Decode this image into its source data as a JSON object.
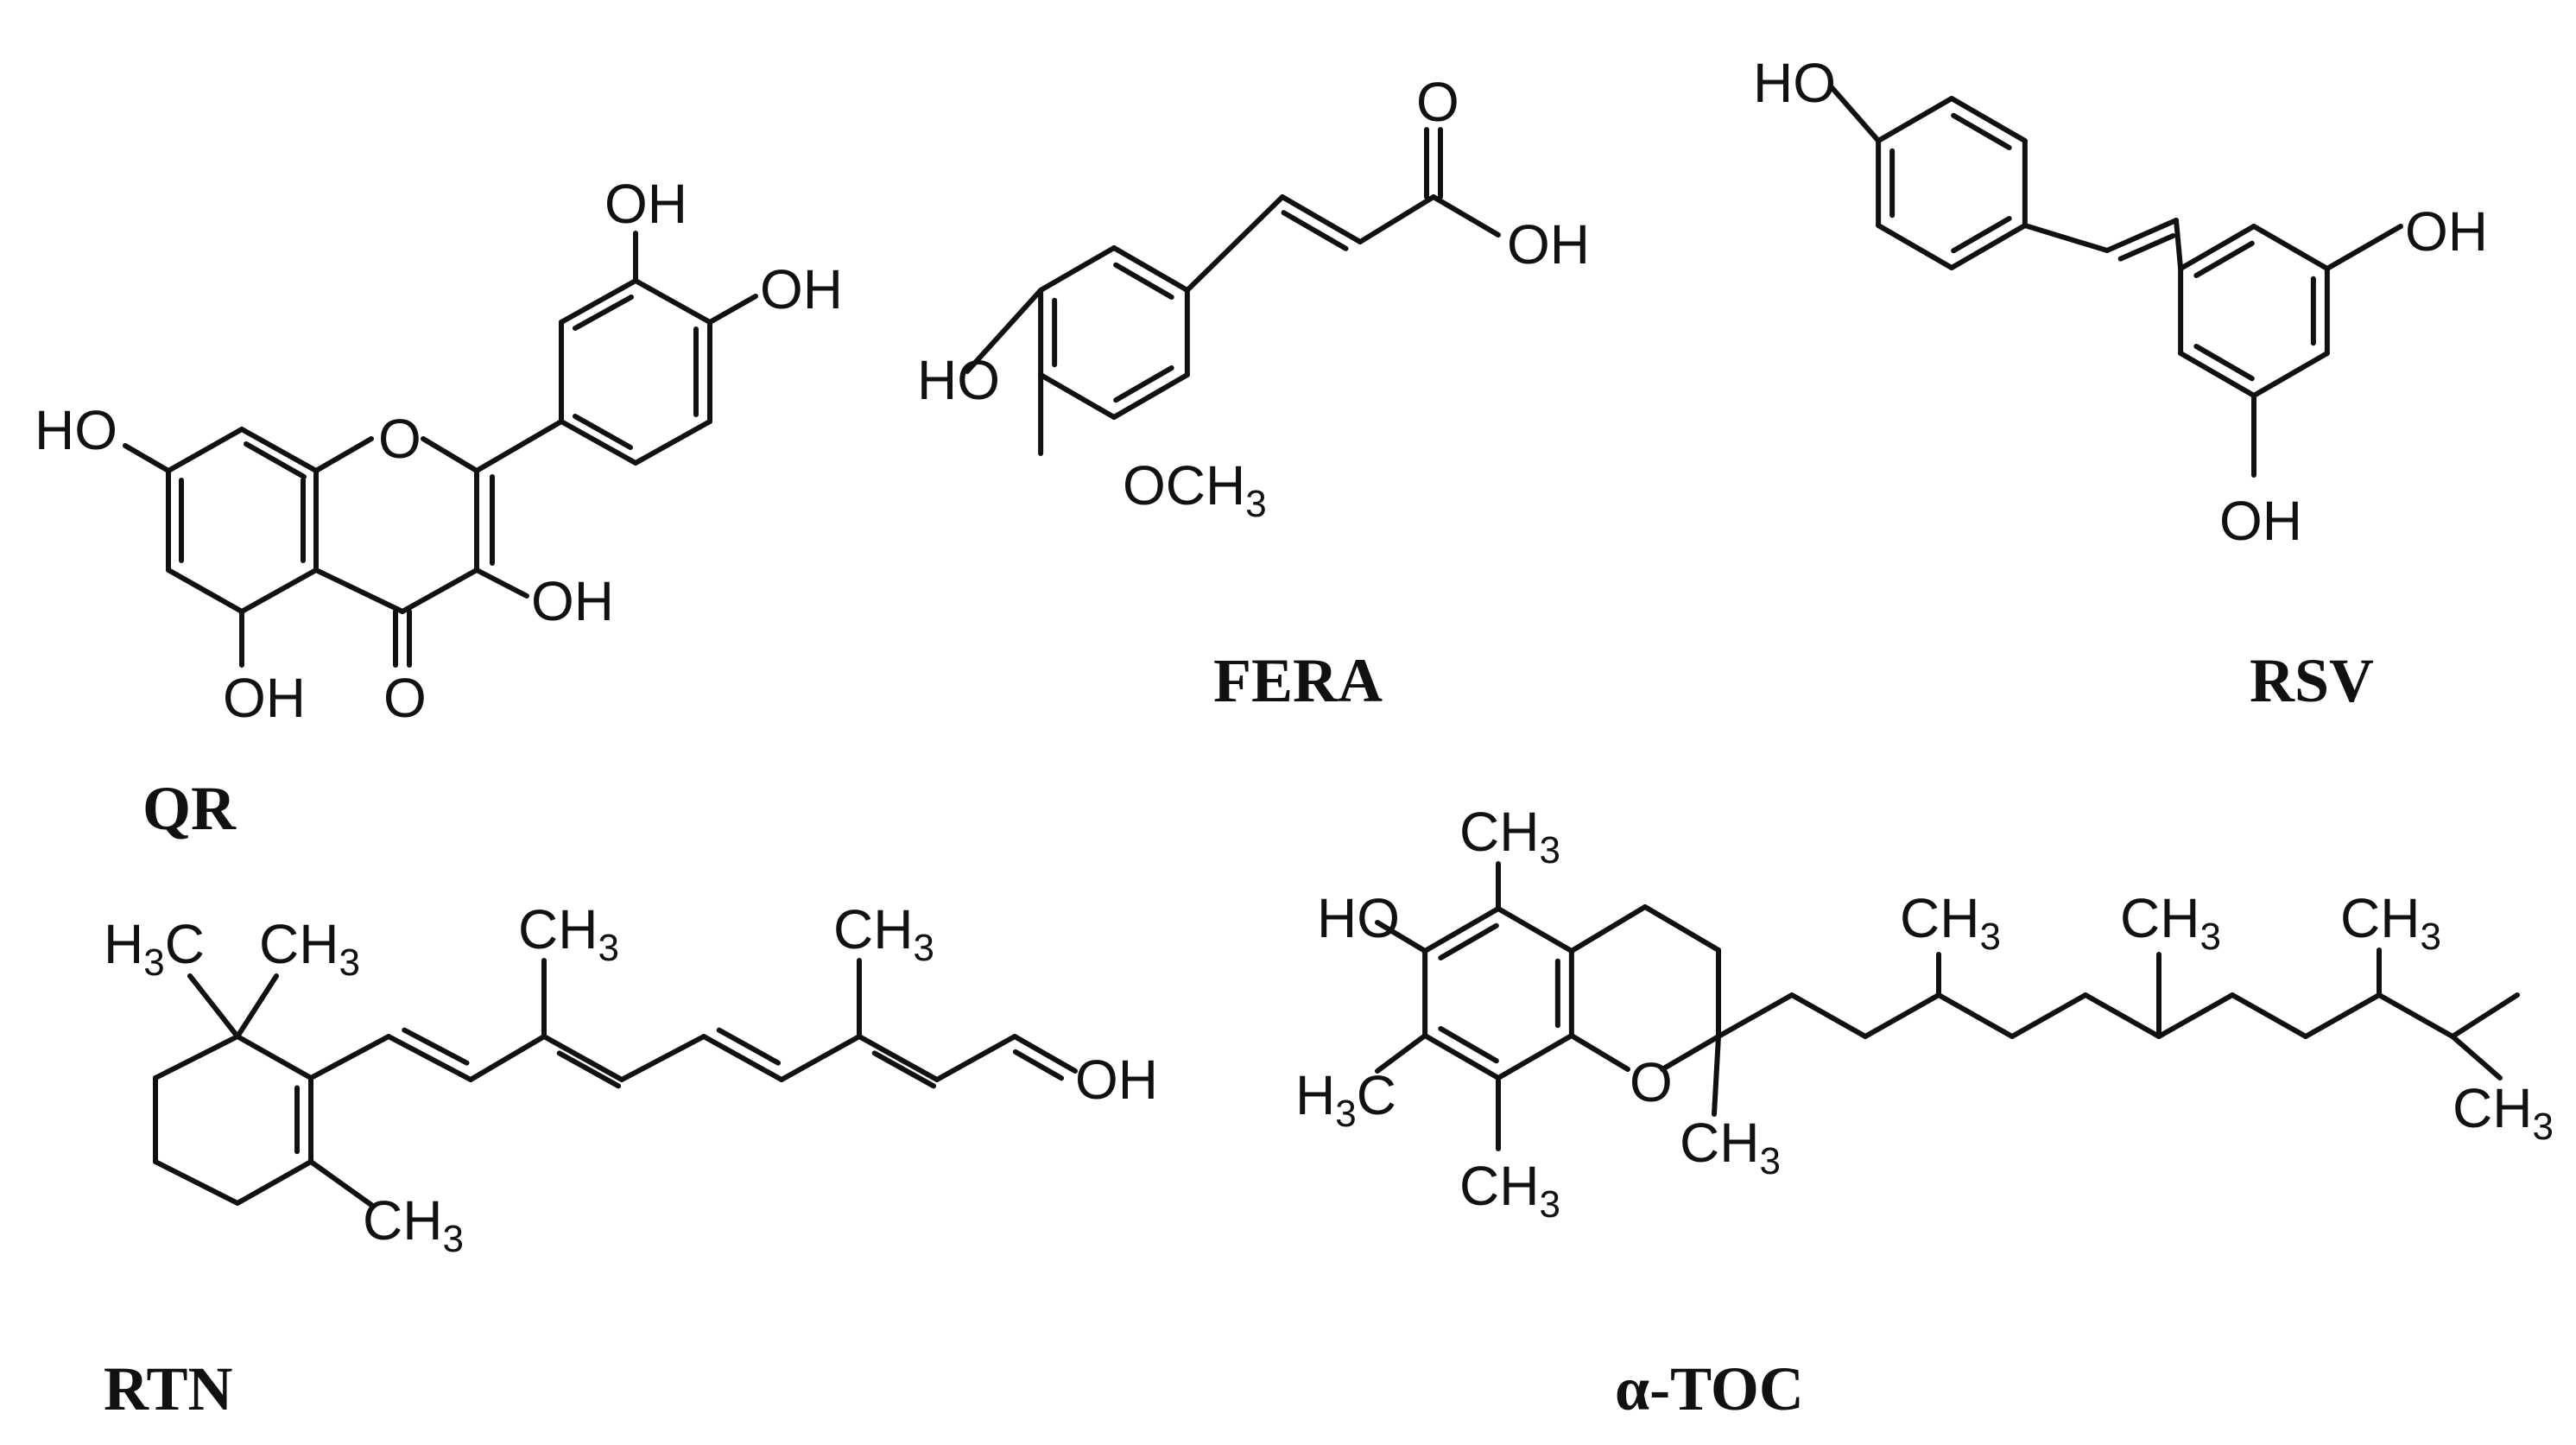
{
  "molecules": [
    {
      "id": "qr",
      "caption": "QR",
      "labels": [
        {
          "text": "OH",
          "sub": ""
        },
        {
          "text": "OH",
          "sub": ""
        },
        {
          "text": "HO",
          "sub": ""
        },
        {
          "text": "O",
          "sub": ""
        },
        {
          "text": "OH",
          "sub": ""
        },
        {
          "text": "OH",
          "sub": ""
        },
        {
          "text": "O",
          "sub": ""
        }
      ]
    },
    {
      "id": "fera",
      "caption": "FERA",
      "labels": [
        {
          "text": "O",
          "sub": ""
        },
        {
          "text": "OH",
          "sub": ""
        },
        {
          "text": "HO",
          "sub": ""
        },
        {
          "text": "OCH",
          "sub": "3"
        }
      ]
    },
    {
      "id": "rsv",
      "caption": "RSV",
      "labels": [
        {
          "text": "HO",
          "sub": ""
        },
        {
          "text": "OH",
          "sub": ""
        },
        {
          "text": "OH",
          "sub": ""
        }
      ]
    },
    {
      "id": "rtn",
      "caption": "RTN",
      "labels": [
        {
          "text": "H",
          "sub": "3",
          "tail": "C"
        },
        {
          "text": "CH",
          "sub": "3"
        },
        {
          "text": "CH",
          "sub": "3"
        },
        {
          "text": "CH",
          "sub": "3"
        },
        {
          "text": "OH",
          "sub": ""
        },
        {
          "text": "CH",
          "sub": "3"
        }
      ]
    },
    {
      "id": "atoc",
      "caption": "α-TOC",
      "labels": [
        {
          "text": "CH",
          "sub": "3"
        },
        {
          "text": "HO",
          "sub": ""
        },
        {
          "text": "H",
          "sub": "3",
          "tail": "C"
        },
        {
          "text": "O",
          "sub": ""
        },
        {
          "text": "CH",
          "sub": "3"
        },
        {
          "text": "CH",
          "sub": "3"
        },
        {
          "text": "CH",
          "sub": "3"
        },
        {
          "text": "CH",
          "sub": "3"
        },
        {
          "text": "CH",
          "sub": "3"
        },
        {
          "text": "CH",
          "sub": "3"
        }
      ]
    }
  ]
}
